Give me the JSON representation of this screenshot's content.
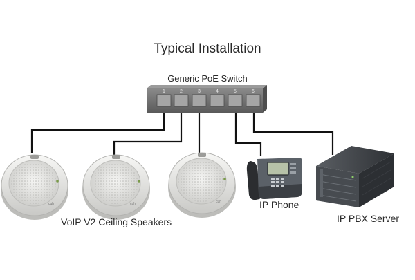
{
  "title": "Typical Installation",
  "switch": {
    "label": "Generic PoE Switch",
    "ports": [
      "1",
      "2",
      "3",
      "4",
      "5",
      "6"
    ]
  },
  "devices": {
    "speakers_label": "VoIP V2 Ceiling Speakers",
    "phone_label": "IP Phone",
    "server_label": "IP PBX Server"
  },
  "colors": {
    "cable": "#111111",
    "switch_body": "#6e6e6e",
    "port": "#9a9a9a",
    "speaker_body": "#e9e9e7",
    "server_body": "#3f4247"
  }
}
